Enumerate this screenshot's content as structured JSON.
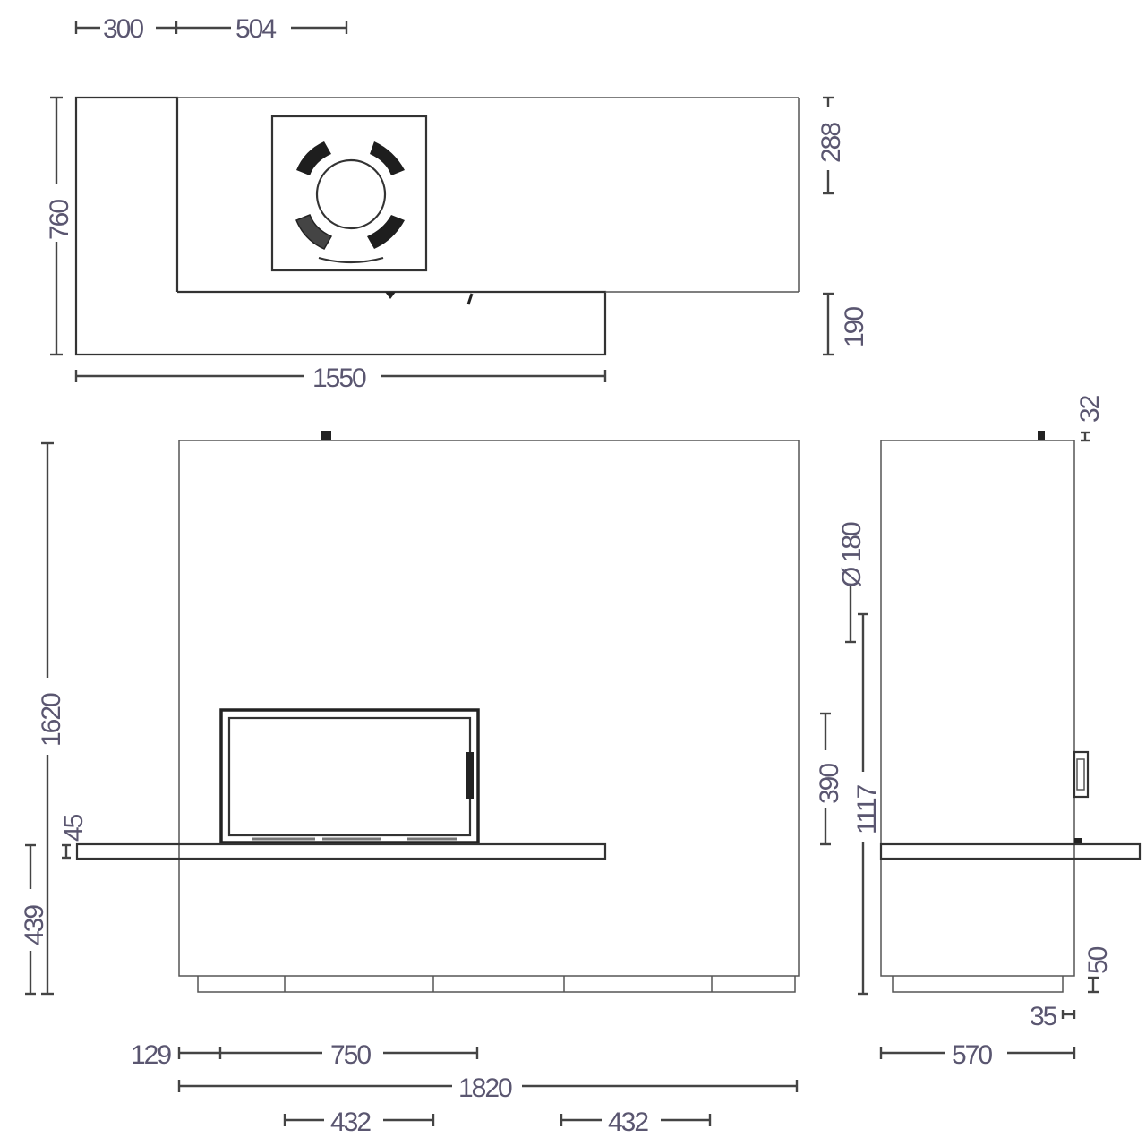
{
  "drawing": {
    "type": "technical dimension drawing",
    "subject": "fireplace insert with wall panel and shelf",
    "units": "mm",
    "views": {
      "top": {
        "dimensions": {
          "offset_left": "300",
          "insert_offset": "504",
          "depth_total": "760",
          "depth_front": "288",
          "depth_step": "190",
          "width_shelf": "1550"
        }
      },
      "front": {
        "dimensions": {
          "height_total": "1620",
          "shelf_thickness": "45",
          "shelf_height": "439",
          "insert_offset_left": "129",
          "insert_width": "750",
          "width_total": "1820",
          "foot_span_left": "432",
          "foot_span_right": "432"
        }
      },
      "side": {
        "dimensions": {
          "top_offset": "32",
          "flue_diameter": "Ø 180",
          "flue_center_height": "1117",
          "insert_height": "390",
          "plinth_height": "50",
          "plinth_inset": "35",
          "depth_total": "570"
        }
      }
    },
    "colors": {
      "line": "#333333",
      "label": "#5a5670",
      "background": "#ffffff"
    }
  }
}
